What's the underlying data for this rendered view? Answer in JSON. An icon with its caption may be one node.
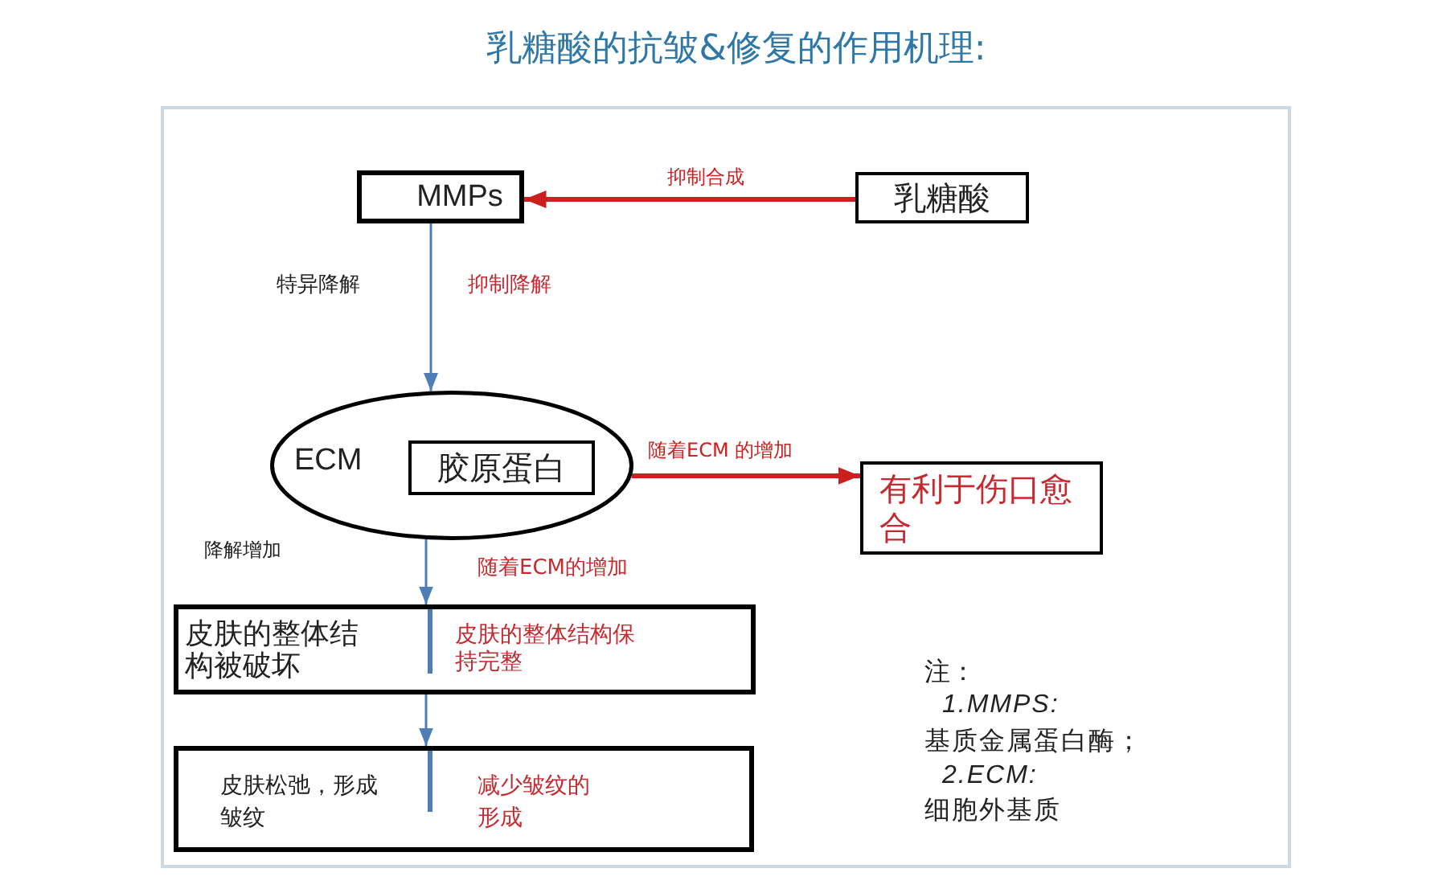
{
  "diagram": {
    "title": "乳糖酸的抗皱&修复的作用机理:",
    "nodes": [
      {
        "text": [
          "MMPs"
        ]
      },
      {
        "text": [
          "乳糖酸"
        ]
      },
      {
        "text": [
          "ECM"
        ]
      },
      {
        "text": [
          "胶原蛋白"
        ],
        "in": 2
      },
      {
        "text": [
          "有利于伤口愈合"
        ]
      },
      {
        "text": [
          "皮肤的整体结构被破坏",
          "皮肤的整体结构保持完整"
        ]
      },
      {
        "text": [
          "皮肤松弛，形成皱纹",
          "减少皱纹的形成"
        ]
      }
    ],
    "edges": [
      {
        "from": 1,
        "to": 0,
        "arrow": "to",
        "label": "抑制合成",
        "style": "thick",
        "color": "#cc2020"
      },
      {
        "from": 0,
        "to": 2,
        "arrow": "to",
        "label": "特异降解"
      },
      {
        "from": 2,
        "to": 5,
        "arrow": "to",
        "label": "随着ECM的增加"
      },
      {
        "from": 5,
        "to": 6,
        "arrow": "to"
      },
      {
        "from": 2,
        "to": 4,
        "arrow": "to",
        "label": "随着ECM 的增加",
        "style": "thick",
        "color": "#cc2020"
      }
    ],
    "labels": [
      "抑制降解",
      "降解增加",
      "注：",
      "1.MMPS:",
      "基质金属蛋白酶；",
      "2.ECM:",
      "细胞外基质"
    ]
  }
}
